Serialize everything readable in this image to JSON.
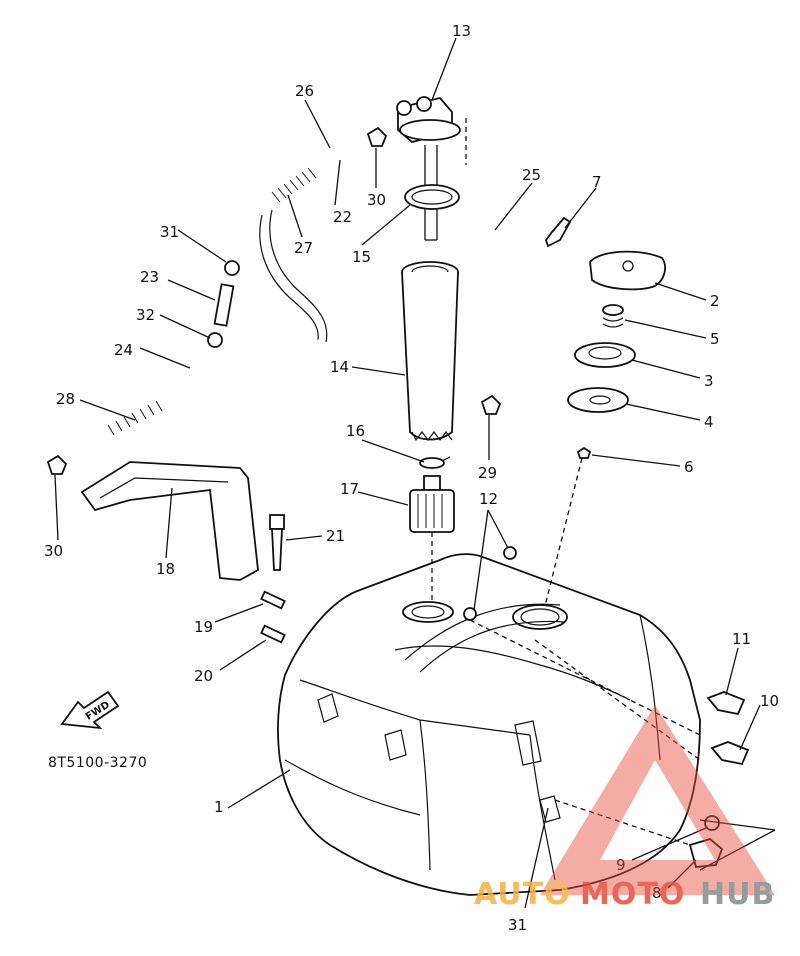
{
  "diagram": {
    "code": "8T5100-3270",
    "fwd_label": "FWD",
    "callouts": [
      "1",
      "2",
      "3",
      "4",
      "5",
      "6",
      "7",
      "8",
      "9",
      "10",
      "11",
      "12",
      "13",
      "14",
      "15",
      "16",
      "17",
      "18",
      "19",
      "20",
      "21",
      "22",
      "23",
      "24",
      "25",
      "26",
      "27",
      "28",
      "29",
      "30",
      "30",
      "31",
      "31",
      "32"
    ]
  },
  "watermark": {
    "auto": "AUTO",
    "moto": "MOTO",
    "hub": "HUB",
    "colors": {
      "auto": "#f5b041",
      "moto": "#e74c3c",
      "hub": "#7f8c8d",
      "triangle": "#e74c3c"
    }
  }
}
